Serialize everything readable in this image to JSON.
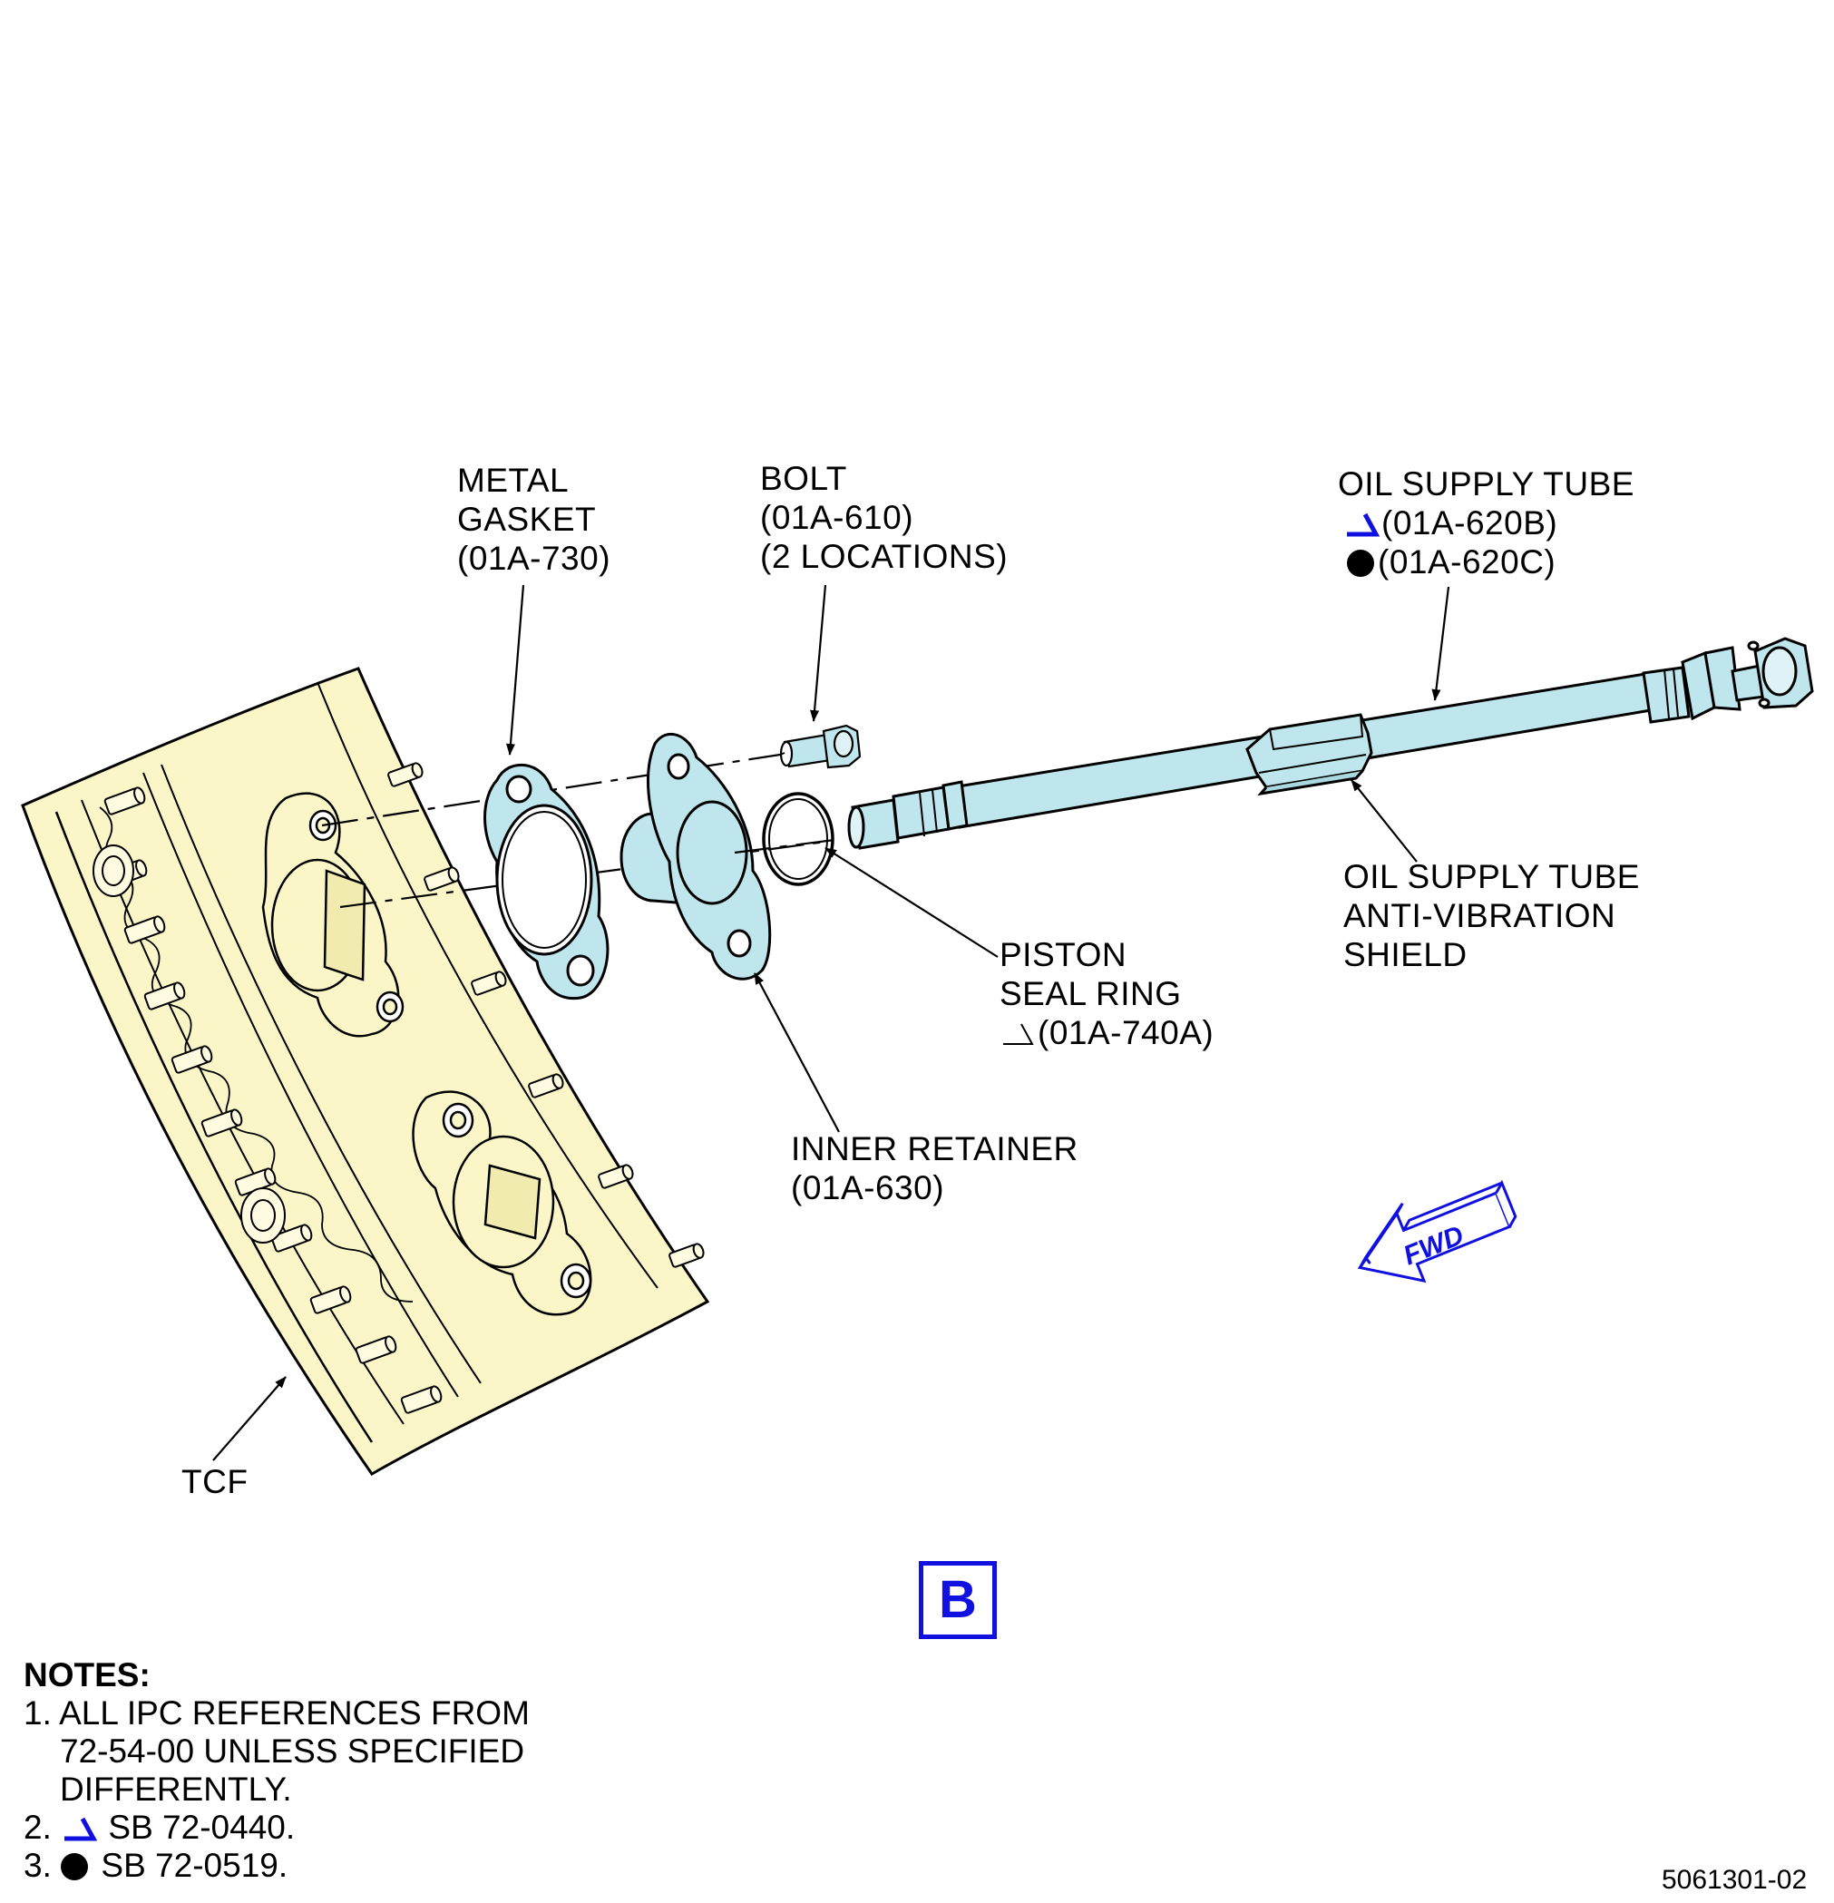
{
  "labels": {
    "metal_gasket": [
      "METAL",
      "GASKET",
      "(01A-730)"
    ],
    "bolt": [
      "BOLT",
      "(01A-610)",
      "(2 LOCATIONS)"
    ],
    "oil_supply_tube": {
      "title": "OIL SUPPLY TUBE",
      "ref_b": "(01A-620B)",
      "ref_c": "(01A-620C)"
    },
    "anti_vibration_shield": [
      "OIL SUPPLY TUBE",
      "ANTI-VIBRATION",
      "SHIELD"
    ],
    "piston_seal_ring": {
      "line1": "PISTON",
      "line2": "SEAL RING",
      "ref": "(01A-740A)"
    },
    "inner_retainer": [
      "INNER RETAINER",
      "(01A-630)"
    ],
    "tcf": "TCF",
    "fwd": "FWD"
  },
  "view_label": "B",
  "notes": {
    "title": "NOTES:",
    "items": [
      {
        "num": "1.",
        "lines": [
          "ALL IPC REFERENCES FROM",
          "72-54-00 UNLESS SPECIFIED",
          "DIFFERENTLY."
        ]
      },
      {
        "num": "2.",
        "text": "SB 72-0440.",
        "symbol": "blue-triangle-icon"
      },
      {
        "num": "3.",
        "text": "SB 72-0519.",
        "symbol": "filled-circle-icon"
      }
    ]
  },
  "figure_number": "5061301-02",
  "colors": {
    "frame_fill": "#fbf6c8",
    "part_fill": "#bfe6ec",
    "accent_blue": "#1010e0",
    "line": "#000000"
  }
}
